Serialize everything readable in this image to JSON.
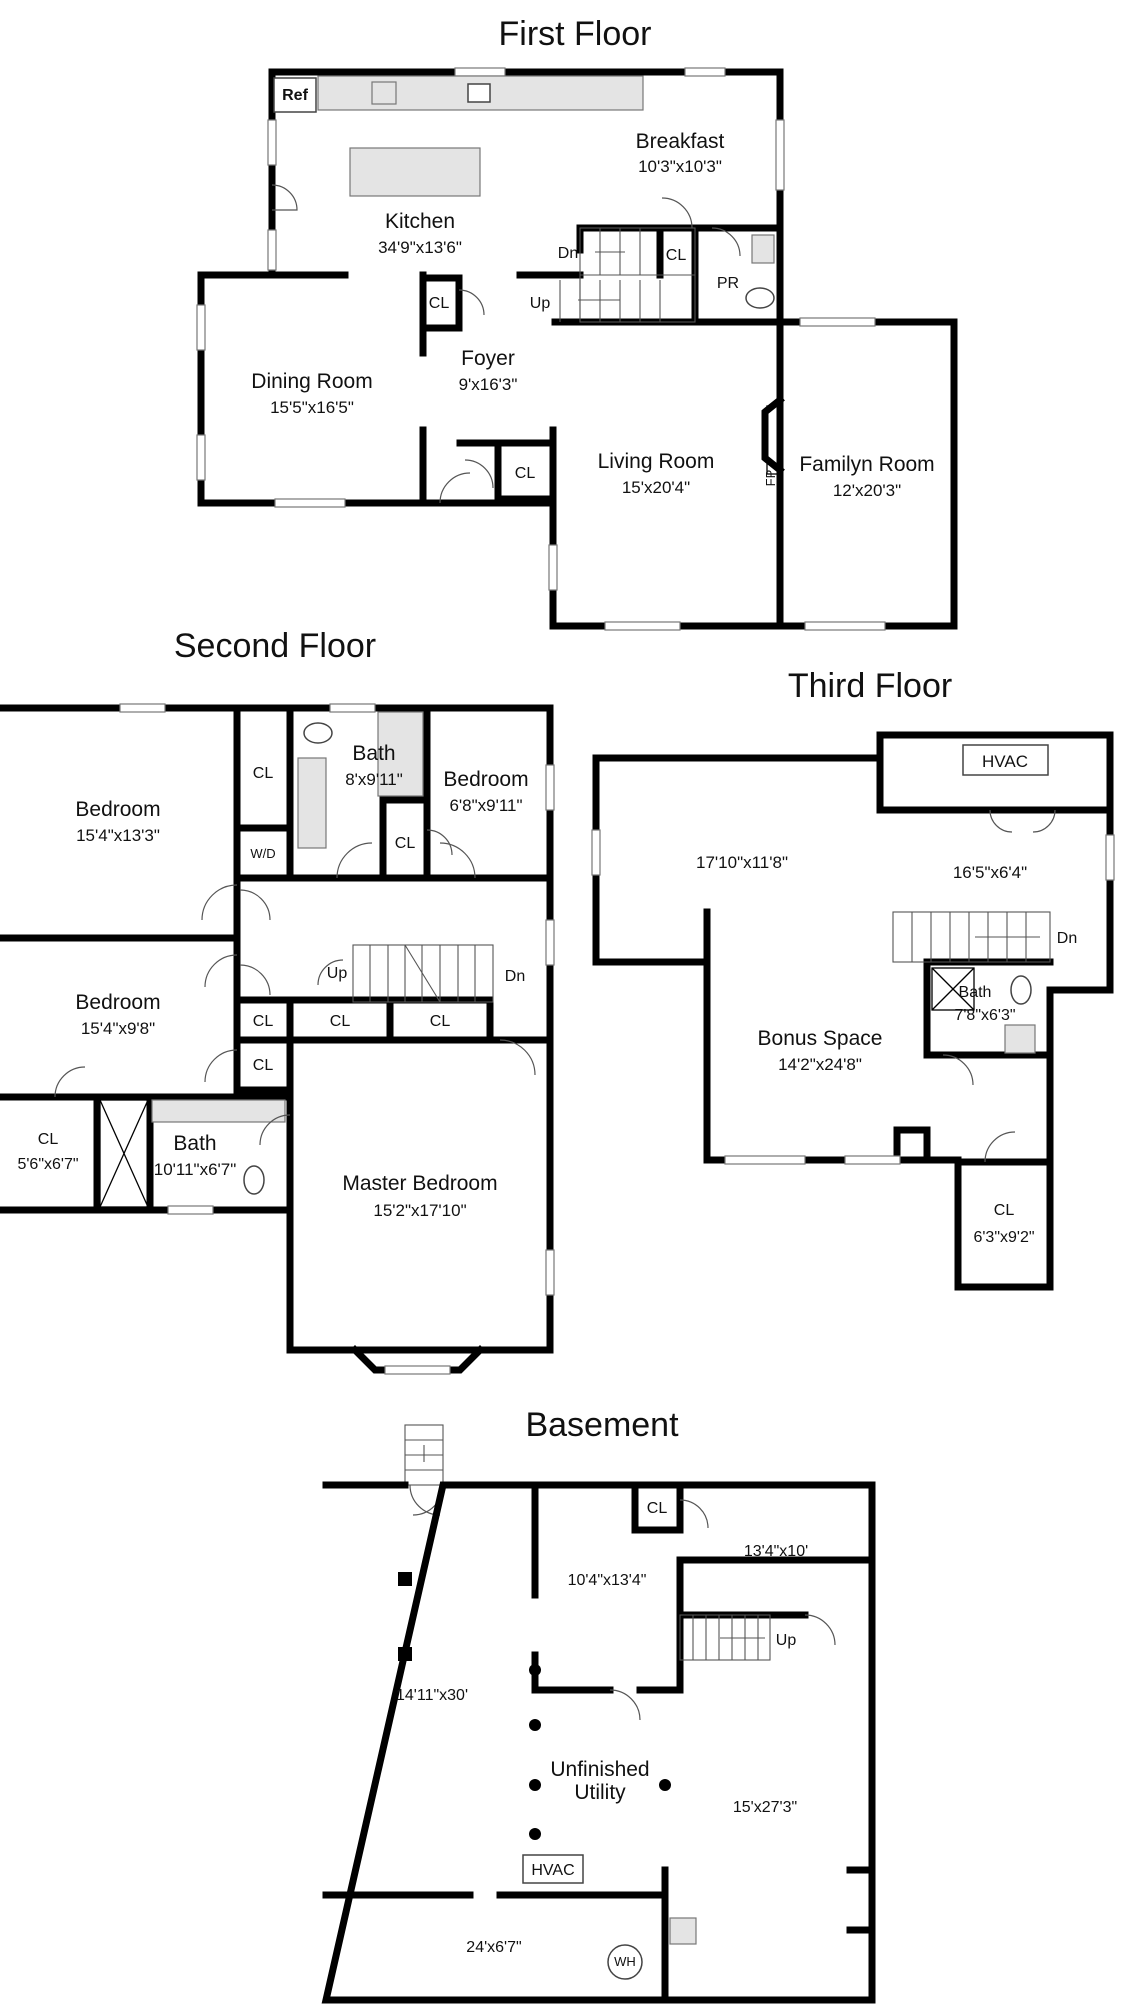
{
  "floors": [
    {
      "title": "First Floor",
      "rooms": [
        {
          "name": "Breakfast",
          "dim": "10'3\"x10'3\""
        },
        {
          "name": "Kitchen",
          "dim": "34'9\"x13'6\""
        },
        {
          "name": "Dining Room",
          "dim": "15'5\"x16'5\""
        },
        {
          "name": "Foyer",
          "dim": "9'x16'3\""
        },
        {
          "name": "Living Room",
          "dim": "15'x20'4\""
        },
        {
          "name": "Familyn Room",
          "dim": "12'x20'3\""
        }
      ],
      "labels": {
        "ref": "Ref",
        "dn": "Dn",
        "up": "Up",
        "cl": "CL",
        "pr": "PR",
        "fp": "FP"
      }
    },
    {
      "title": "Second Floor",
      "rooms": [
        {
          "name": "Bedroom",
          "dim": "15'4\"x13'3\""
        },
        {
          "name": "Bath",
          "dim": "8'x9'11\""
        },
        {
          "name": "Bedroom",
          "dim": "6'8\"x9'11\""
        },
        {
          "name": "Bedroom",
          "dim": "15'4\"x9'8\""
        },
        {
          "name": "CL",
          "dim": "5'6\"x6'7\""
        },
        {
          "name": "Bath",
          "dim": "10'11\"x6'7\""
        },
        {
          "name": "Master Bedroom",
          "dim": "15'2\"x17'10\""
        }
      ],
      "labels": {
        "wd": "W/D",
        "up": "Up",
        "dn": "Dn",
        "cl": "CL"
      }
    },
    {
      "title": "Third Floor",
      "rooms": [
        {
          "name": "",
          "dim": "17'10\"x11'8\""
        },
        {
          "name": "",
          "dim": "16'5\"x6'4\""
        },
        {
          "name": "Bath",
          "dim": "7'8\"x6'3\""
        },
        {
          "name": "Bonus Space",
          "dim": "14'2\"x24'8\""
        },
        {
          "name": "CL",
          "dim": "6'3\"x9'2\""
        }
      ],
      "labels": {
        "hvac": "HVAC",
        "dn": "Dn"
      }
    },
    {
      "title": "Basement",
      "rooms": [
        {
          "name": "",
          "dim": "10'4\"x13'4\""
        },
        {
          "name": "",
          "dim": "13'4\"x10'"
        },
        {
          "name": "",
          "dim": "14'11\"x30'"
        },
        {
          "name": "Unfinished",
          "name2": "Utility",
          "dim": ""
        },
        {
          "name": "",
          "dim": "15'x27'3\""
        },
        {
          "name": "",
          "dim": "24'x6'7\""
        }
      ],
      "labels": {
        "cl": "CL",
        "up": "Up",
        "hvac": "HVAC",
        "wh": "WH"
      }
    }
  ]
}
